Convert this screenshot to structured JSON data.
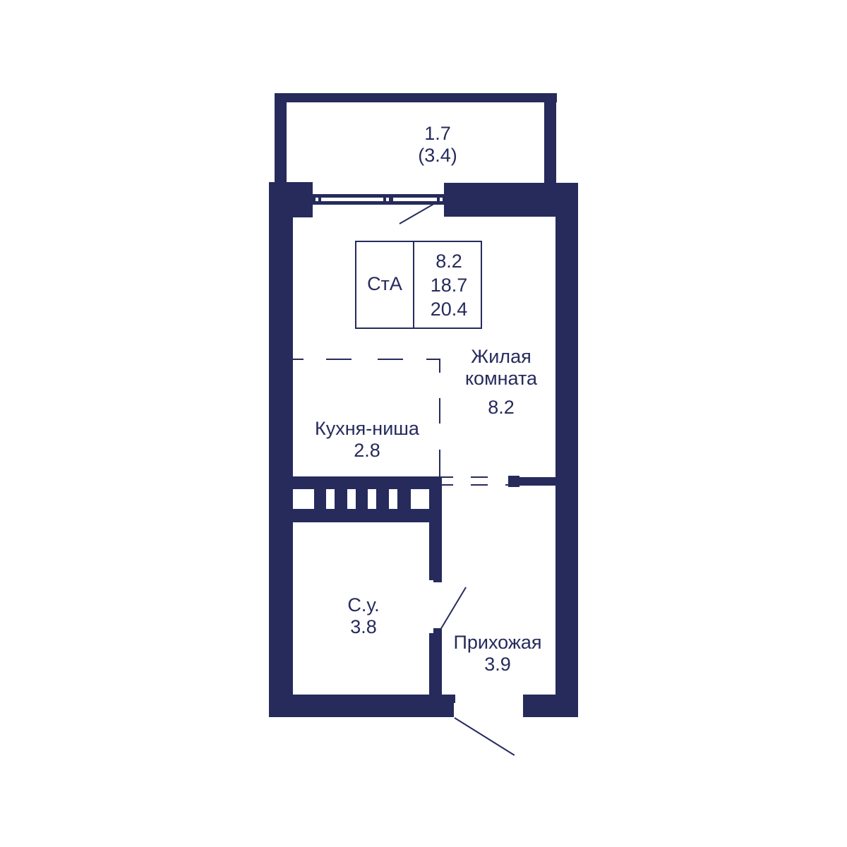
{
  "apartment": {
    "type_code": "СтА",
    "areas": {
      "living": "8.2",
      "useful": "18.7",
      "total": "20.4"
    },
    "colors": {
      "wall": "#262b5c",
      "background": "#ffffff"
    }
  },
  "rooms": [
    {
      "id": "balcony",
      "label": "",
      "area": "1.7",
      "area_secondary": "(3.4)"
    },
    {
      "id": "living-room",
      "label_line1": "Жилая",
      "label_line2": "комната",
      "area": "8.2"
    },
    {
      "id": "kitchen-niche",
      "label": "Кухня-ниша",
      "area": "2.8"
    },
    {
      "id": "bathroom",
      "label": "С.у.",
      "area": "3.8"
    },
    {
      "id": "hallway",
      "label": "Прихожая",
      "area": "3.9"
    }
  ]
}
